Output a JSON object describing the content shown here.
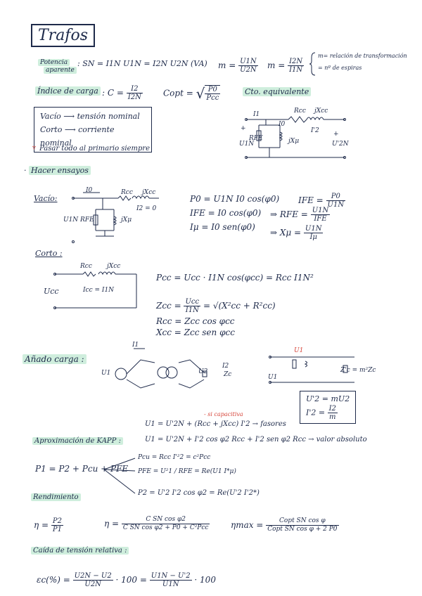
{
  "title": "Trafos",
  "title_colon": ":",
  "potencia": {
    "label_1": "Potencia",
    "label_2": "aparente",
    "eq": ": SN = I1N U1N = I2N U2N   (VA)",
    "m1": "m =",
    "m1_num": "U1N",
    "m1_den": "U2N",
    "m2": "m =",
    "m2_num": "I2N",
    "m2_den": "I1N",
    "m_note_1": "m= relación de transformación",
    "m_note_2": "= nº de espiras"
  },
  "indice": {
    "label": "Índice de carga",
    "eq_c": ": C =",
    "c_num": "I2",
    "c_den": "I2N",
    "copt": "Copt =",
    "copt_num": "P0",
    "copt_den": "Pcc"
  },
  "cto_label": "Cto. equivalente",
  "vacio_box": {
    "line1_a": "Vacío",
    "line1_b": "tensión nominal",
    "line2_a": "Corto",
    "line2_b": "corriente nominal"
  },
  "pasar_note": "Pasar todo al primario siempre",
  "hacer_ensayos": "Hacer ensayos",
  "vacio": {
    "label": "Vacío:",
    "i0": "I0",
    "rcc": "Rcc",
    "jxcc": "jXcc",
    "i2zero": "I2 = 0",
    "u1n": "U1N",
    "rfe": "RFE",
    "jxu": "jXμ",
    "eq1": "P0 = U1N I0 cos(φ0)",
    "eq2": "IFE = I0 cos(φ0)",
    "eq3": "Iμ = I0 sen(φ0)",
    "ife_eq": "IFE =",
    "ife_num": "P0",
    "ife_den": "U1N",
    "rfe_eq": "⇒ RFE =",
    "rfe_num": "U1N",
    "rfe_den": "IFE",
    "xu_eq": "⇒ Xμ =",
    "xu_num": "U1N",
    "xu_den": "Iμ"
  },
  "corto": {
    "label": "Corto :",
    "rcc": "Rcc",
    "jxcc": "jXcc",
    "ucc": "Ucc",
    "icc": "Icc = I1N",
    "eq1": "Pcc = Ucc · I1N cos(φcc) = Rcc I1N²",
    "zcc": "Zcc =",
    "zcc_num": "Ucc",
    "zcc_den": "I1N",
    "zcc_rhs": "= √(X²cc + R²cc)",
    "rcc_eq": "Rcc = Zcc cos φcc",
    "xcc_eq": "Xcc = Zcc sen φcc"
  },
  "anado": {
    "label": "Añado carga :",
    "i1": "I1",
    "i2": "I2",
    "u1": "U1",
    "u2": "U2",
    "zc": "Zc",
    "z2c": "Z'c = m²Zc",
    "box1": "U'2 = mU2",
    "box2_a": "I'2 =",
    "box2_num": "I2",
    "box2_den": "m",
    "si_capacitiva": "si capacitiva",
    "eq_top": "U1 = U'2N + (Rcc + jXcc) I'2  →  fasores",
    "kapp_label": "Aproximación de KAPP :",
    "eq_kapp": "U1 = U'2N + I'2 cos φ2 Rcc + I'2 sen φ2 Rcc  →  valor absoluto"
  },
  "potencias": {
    "p1": "P1 = P2 + Pcu + PFE",
    "pcu": "Pcu = Rcc I'²2 = c²Pcc",
    "pfe": "PFE = U²1 / RFE = Re(U1 I*μ)",
    "p2": "P2 = U'2 I'2 cos φ2 = Re(U'2 I'2*)"
  },
  "rendimiento": {
    "label": "Rendimiento",
    "eta1": "η =",
    "eta1_num": "P2",
    "eta1_den": "P1",
    "eta2": "η =",
    "eta2_num": "C SN cos φ2",
    "eta2_den": "C SN cos φ2 + P0 + C²Pcc",
    "etamax": "ηmax =",
    "etamax_num": "Copt SN cos φ",
    "etamax_den": "Copt SN cos φ + 2 P0"
  },
  "caida": {
    "label": "Caída de tensión relativa :",
    "eq_a": "εc(%) =",
    "n1": "U2N − U2",
    "d1": "U2N",
    "mid": "· 100 =",
    "n2": "U1N − U'2",
    "d2": "U1N",
    "end": "· 100"
  }
}
